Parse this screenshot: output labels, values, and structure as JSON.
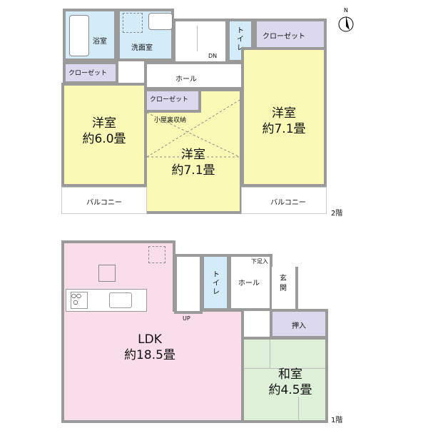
{
  "floor2": {
    "label": "2階",
    "bath": "浴室",
    "washroom": "洗面室",
    "toilet": "トイレ",
    "hall": "ホール",
    "stairs_dir": "DN",
    "closet_right": "クローゼット",
    "closet_left": "クローゼット",
    "closet_middle": "クローゼット",
    "attic_storage": "小屋裏収納",
    "room_left": {
      "name": "洋室",
      "size": "約6.0畳"
    },
    "room_middle": {
      "name": "洋室",
      "size": "約7.1畳"
    },
    "room_right": {
      "name": "洋室",
      "size": "約7.1畳"
    },
    "balcony_left": "バルコニー",
    "balcony_right": "バルコニー"
  },
  "floor1": {
    "label": "1階",
    "ldk": {
      "name": "LDK",
      "size": "約18.5畳"
    },
    "stairs_dir": "UP",
    "toilet": "トイレ",
    "hall": "ホール",
    "shoe_storage": "下足入",
    "entrance": "玄関",
    "oshiire": "押入",
    "washitsu": {
      "name": "和室",
      "size": "約4.5畳"
    }
  },
  "compass": "N",
  "colors": {
    "western_room": "#fafab6",
    "wet_area": "#d4ecfa",
    "closet": "#dcd8ee",
    "ldk": "#f9dde8",
    "japanese_room": "#dff0d8",
    "wall": "#9a9a9a"
  }
}
